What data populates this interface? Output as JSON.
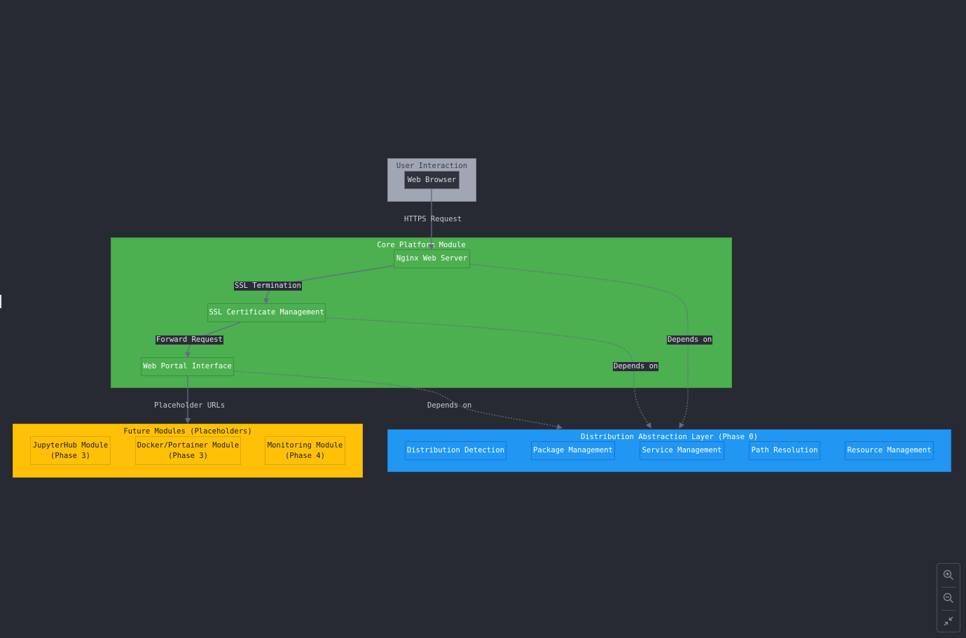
{
  "groups": {
    "user": {
      "title": "User Interaction"
    },
    "core": {
      "title": "Core Platform Module"
    },
    "future": {
      "title": "Future Modules (Placeholders)"
    },
    "dist": {
      "title": "Distribution Abstraction Layer (Phase 0)"
    }
  },
  "nodes": {
    "browser": "Web Browser",
    "nginx": "Nginx Web Server",
    "ssl": "SSL Certificate Management",
    "portal": "Web Portal Interface",
    "jupyter": "JupyterHub Module\n(Phase 3)",
    "docker": "Docker/Portainer Module\n(Phase 3)",
    "monitoring": "Monitoring Module\n(Phase 4)",
    "detection": "Distribution Detection",
    "package": "Package Management",
    "service": "Service Management",
    "path": "Path Resolution",
    "resource": "Resource Management"
  },
  "edges": {
    "https": "HTTPS Request",
    "ssl_term": "SSL Termination",
    "forward": "Forward Request",
    "placeholder": "Placeholder URLs",
    "dep_portal": "Depends on",
    "dep_ssl": "Depends on",
    "dep_nginx": "Depends on"
  },
  "colors": {
    "background": "#282a33",
    "user_group": "#a0a6b4",
    "core_group": "#4caf50",
    "future_group": "#ffc107",
    "dist_group": "#2196f3",
    "edge": "#646a82"
  },
  "controls": {
    "zoom_in_icon": "zoom-in-icon",
    "zoom_out_icon": "zoom-out-icon",
    "fit_icon": "fit-view-icon"
  }
}
